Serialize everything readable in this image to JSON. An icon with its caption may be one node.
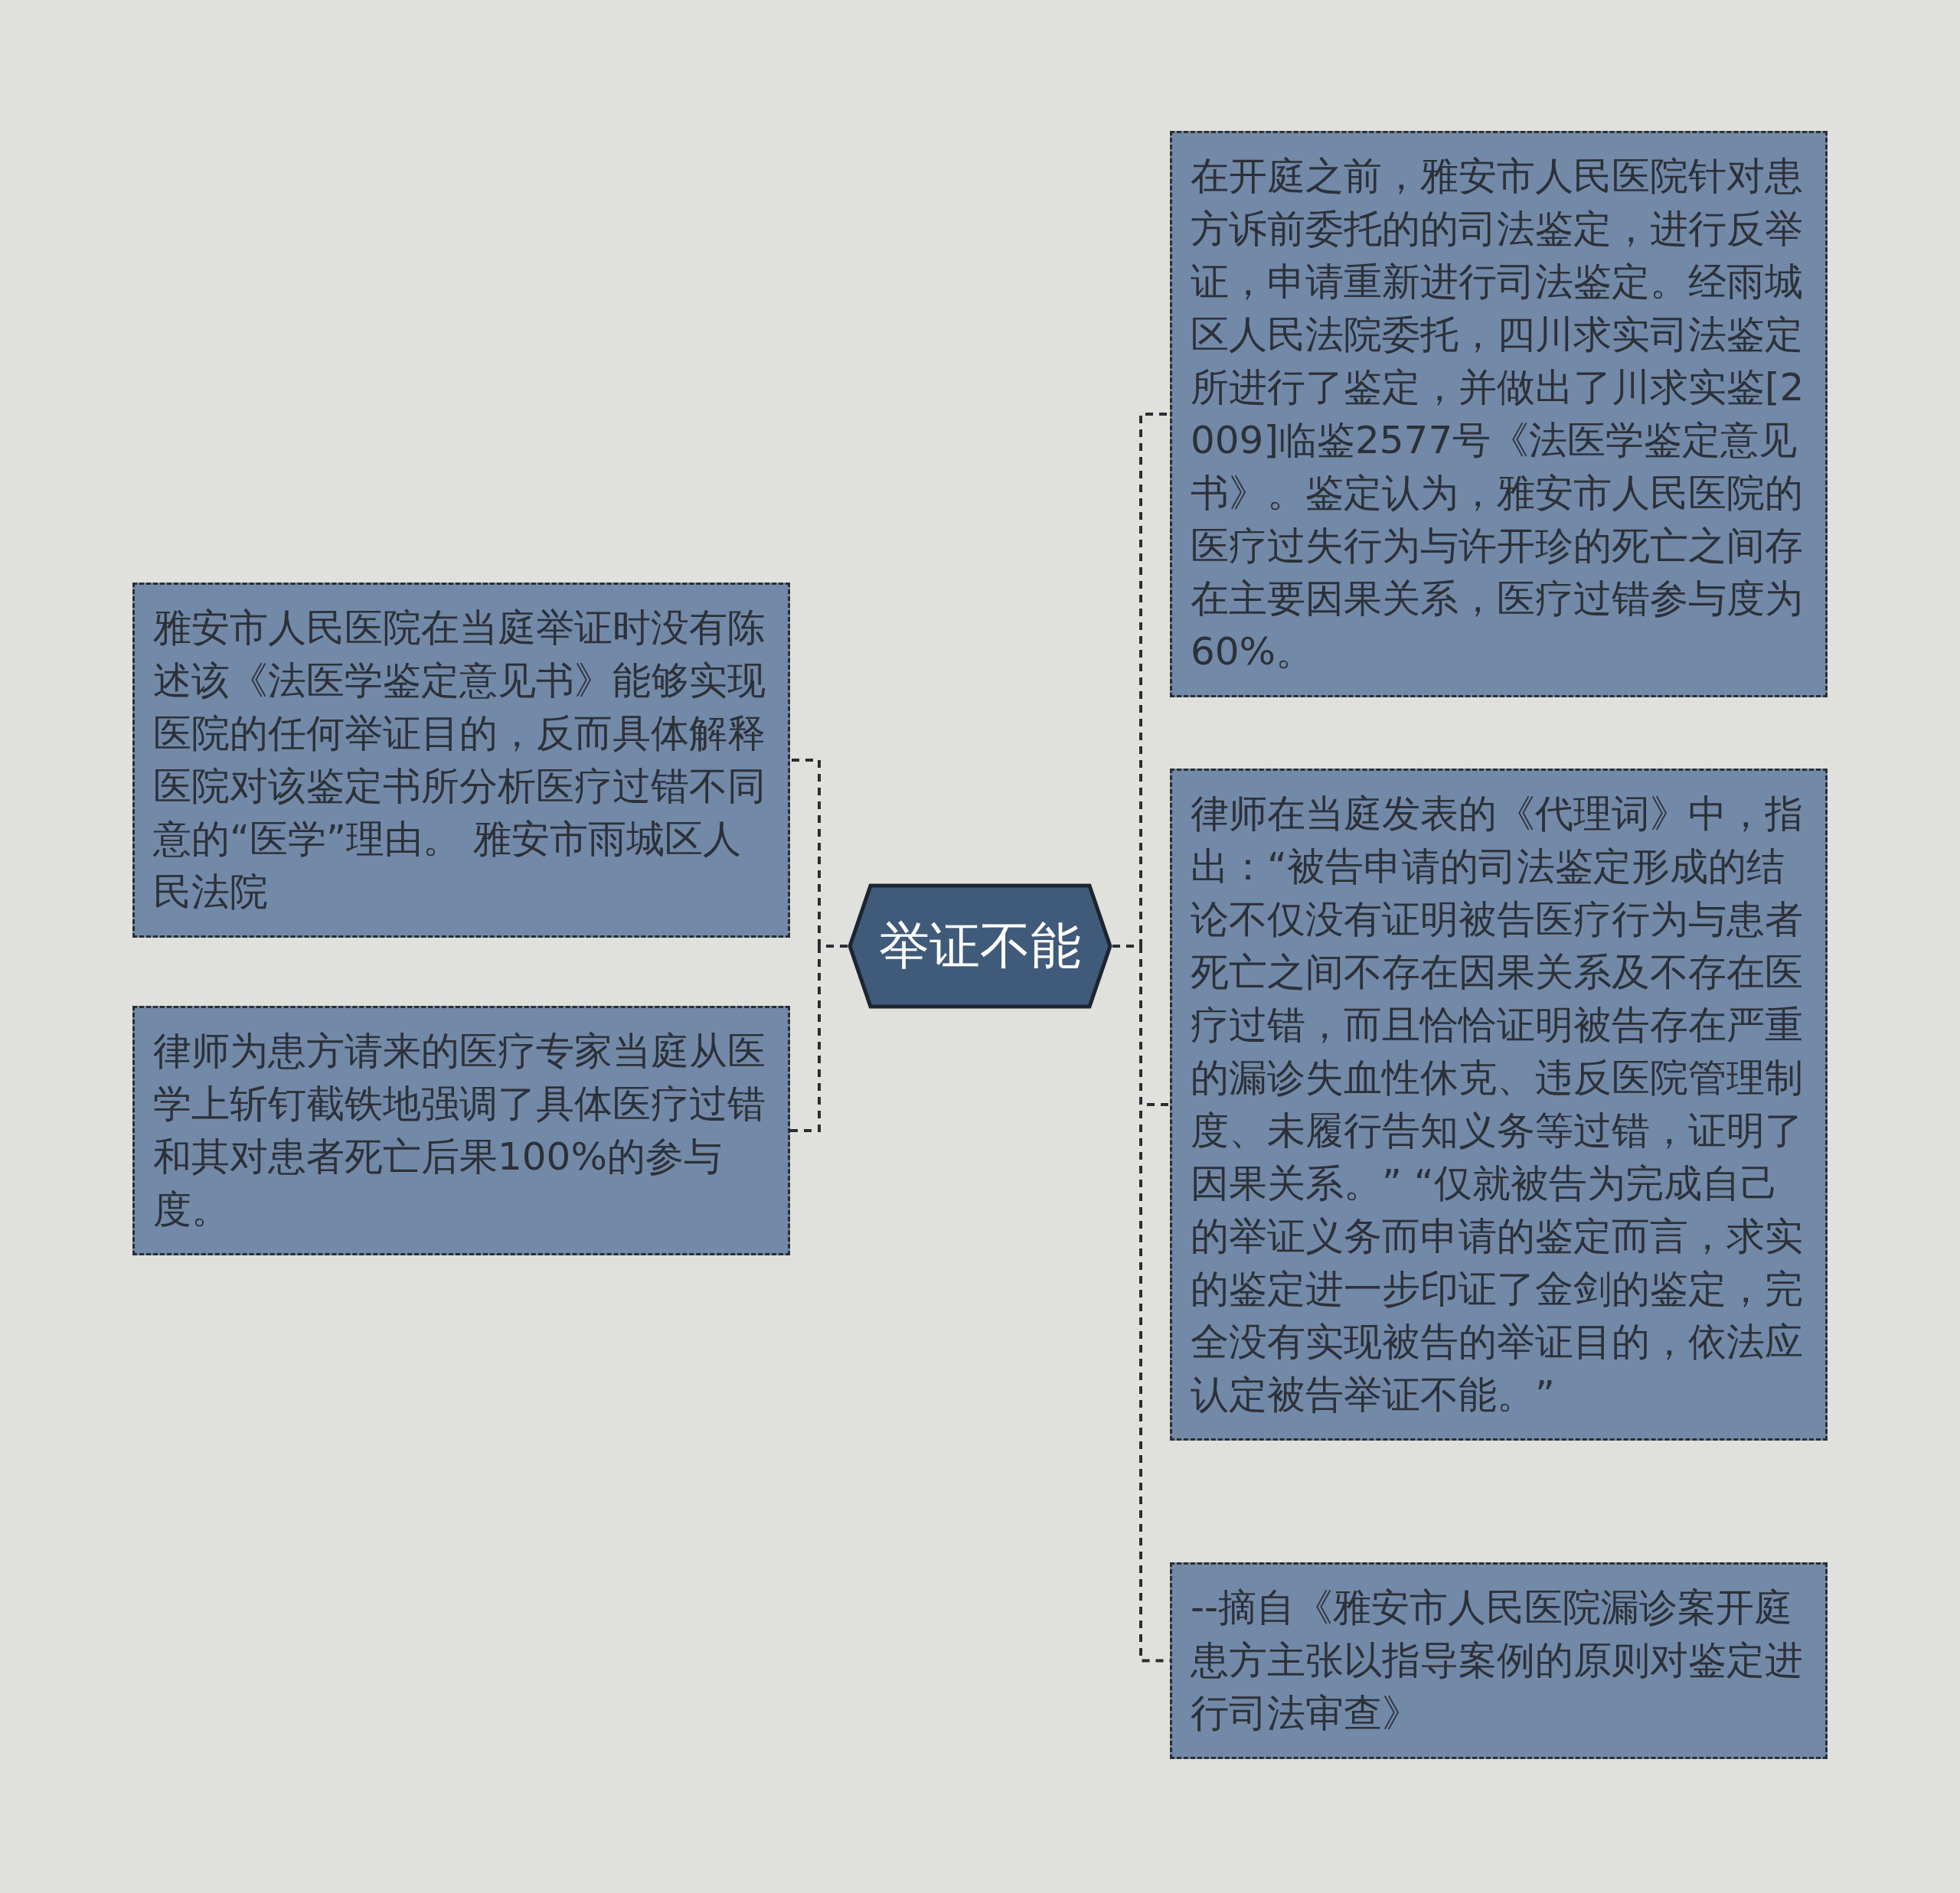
{
  "diagram": {
    "nodes": [
      {
        "text": [
          "举证不能"
        ]
      },
      {
        "text": [
          "雅安市人民医院在当庭举证时没有陈述该《法医学鉴定意见书》能够实现医院的任何举证目的，反而具体解释医院对该鉴定书所分析医疗过错不同意的“医学”理由。 雅安市雨城区人民法院"
        ]
      },
      {
        "text": [
          "律师为患方请来的医疗专家当庭从医学上斩钉截铁地强调了具体医疗过错和其对患者死亡后果100%的参与度。"
        ]
      },
      {
        "text": [
          "在开庭之前，雅安市人民医院针对患方诉前委托的的司法鉴定，进行反举证，申请重新进行司法鉴定。经雨城区人民法院委托，四川求实司法鉴定所进行了鉴定，并做出了川求实鉴[2009]临鉴2577号《法医学鉴定意见书》。鉴定认为，雅安市人民医院的医疗过失行为与许开珍的死亡之间存在主要因果关系，医疗过错参与度为60%。"
        ]
      },
      {
        "text": [
          "律师在当庭发表的《代理词》中，指出：“被告申请的司法鉴定形成的结论不仅没有证明被告医疗行为与患者死亡之间不存在因果关系及不存在医疗过错，而且恰恰证明被告存在严重的漏诊失血性休克、违反医院管理制度、未履行告知义务等过错，证明了因果关系。” “仅就被告为完成自己的举证义务而申请的鉴定而言，求实的鉴定进一步印证了金剑的鉴定，完全没有实现被告的举证目的，依法应认定被告举证不能。”"
        ]
      },
      {
        "text": [
          "--摘自《雅安市人民医院漏诊案开庭患方主张以指导案例的原则对鉴定进行司法审查》"
        ]
      }
    ],
    "edges": [
      {
        "from": 0,
        "to": 1,
        "arrow": "none",
        "style": "dashed"
      },
      {
        "from": 0,
        "to": 2,
        "arrow": "none",
        "style": "dashed"
      },
      {
        "from": 0,
        "to": 3,
        "arrow": "none",
        "style": "dashed"
      },
      {
        "from": 0,
        "to": 4,
        "arrow": "none",
        "style": "dashed"
      },
      {
        "from": 0,
        "to": 5,
        "arrow": "none",
        "style": "dashed"
      }
    ]
  }
}
